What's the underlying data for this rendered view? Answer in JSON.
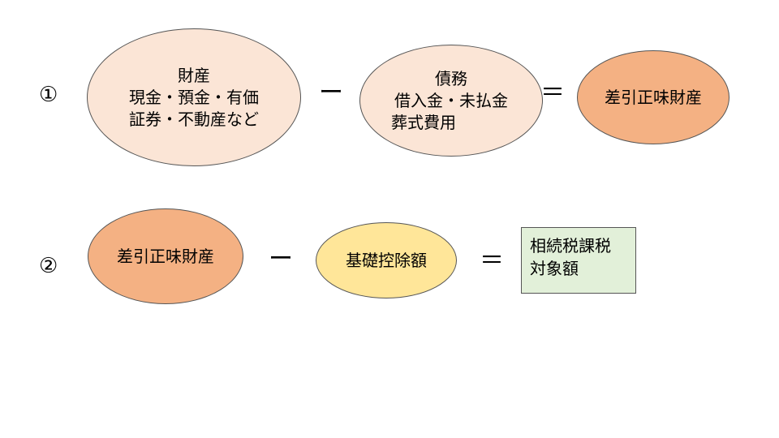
{
  "colors": {
    "light_peach": "#fbe5d6",
    "orange": "#f4b183",
    "yellow": "#ffe699",
    "light_green": "#e2f0d9",
    "border": "#555555"
  },
  "row1": {
    "number": "①",
    "assets": {
      "lines": [
        "財産",
        "現金・預金・有価",
        "証券・不動産など"
      ]
    },
    "minus": "ー",
    "liabilities": {
      "lines": [
        "債務",
        "借入金・未払金",
        "葬式費用"
      ]
    },
    "equals": "＝",
    "result": {
      "lines": [
        "差引正味財産"
      ]
    }
  },
  "row2": {
    "number": "②",
    "net_assets": {
      "lines": [
        "差引正味財産"
      ]
    },
    "minus": "ー",
    "deduction": {
      "lines": [
        "基礎控除額"
      ]
    },
    "equals": "＝",
    "taxable": {
      "lines": [
        "相続税課税",
        "対象額"
      ]
    }
  }
}
